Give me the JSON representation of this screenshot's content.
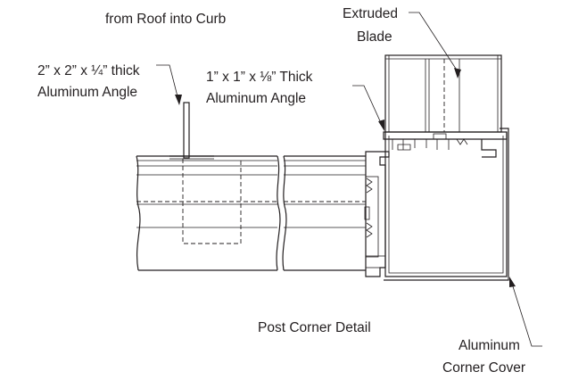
{
  "labels": {
    "roof_curb": "from Roof into Curb",
    "extruded_blade_line1": "Extruded",
    "extruded_blade_line2": "Blade",
    "angle_2in_line1": "2” x 2” x ¼” thick",
    "angle_2in_line2": "Aluminum Angle",
    "angle_1in_line1": "1” x 1” x ⅛” Thick",
    "angle_1in_line2": "Aluminum Angle",
    "detail_title": "Post Corner Detail",
    "corner_cover_line1": "Aluminum",
    "corner_cover_line2": "Corner Cover"
  }
}
